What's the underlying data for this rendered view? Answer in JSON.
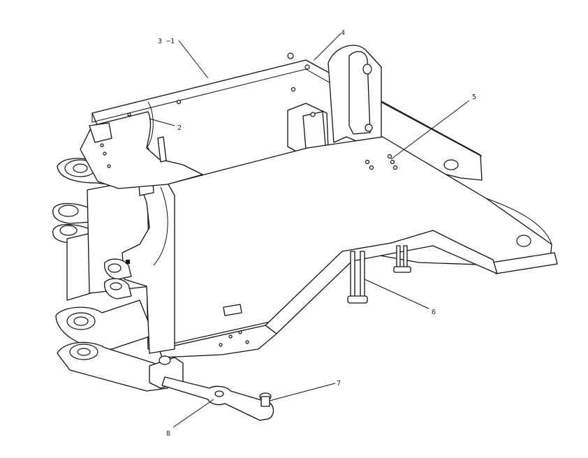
{
  "callouts": [
    {
      "label": "3 −1"
    },
    {
      "label": "4"
    },
    {
      "label": "2"
    },
    {
      "label": "5"
    },
    {
      "label": "6"
    },
    {
      "label": "7"
    },
    {
      "label": "8"
    }
  ]
}
